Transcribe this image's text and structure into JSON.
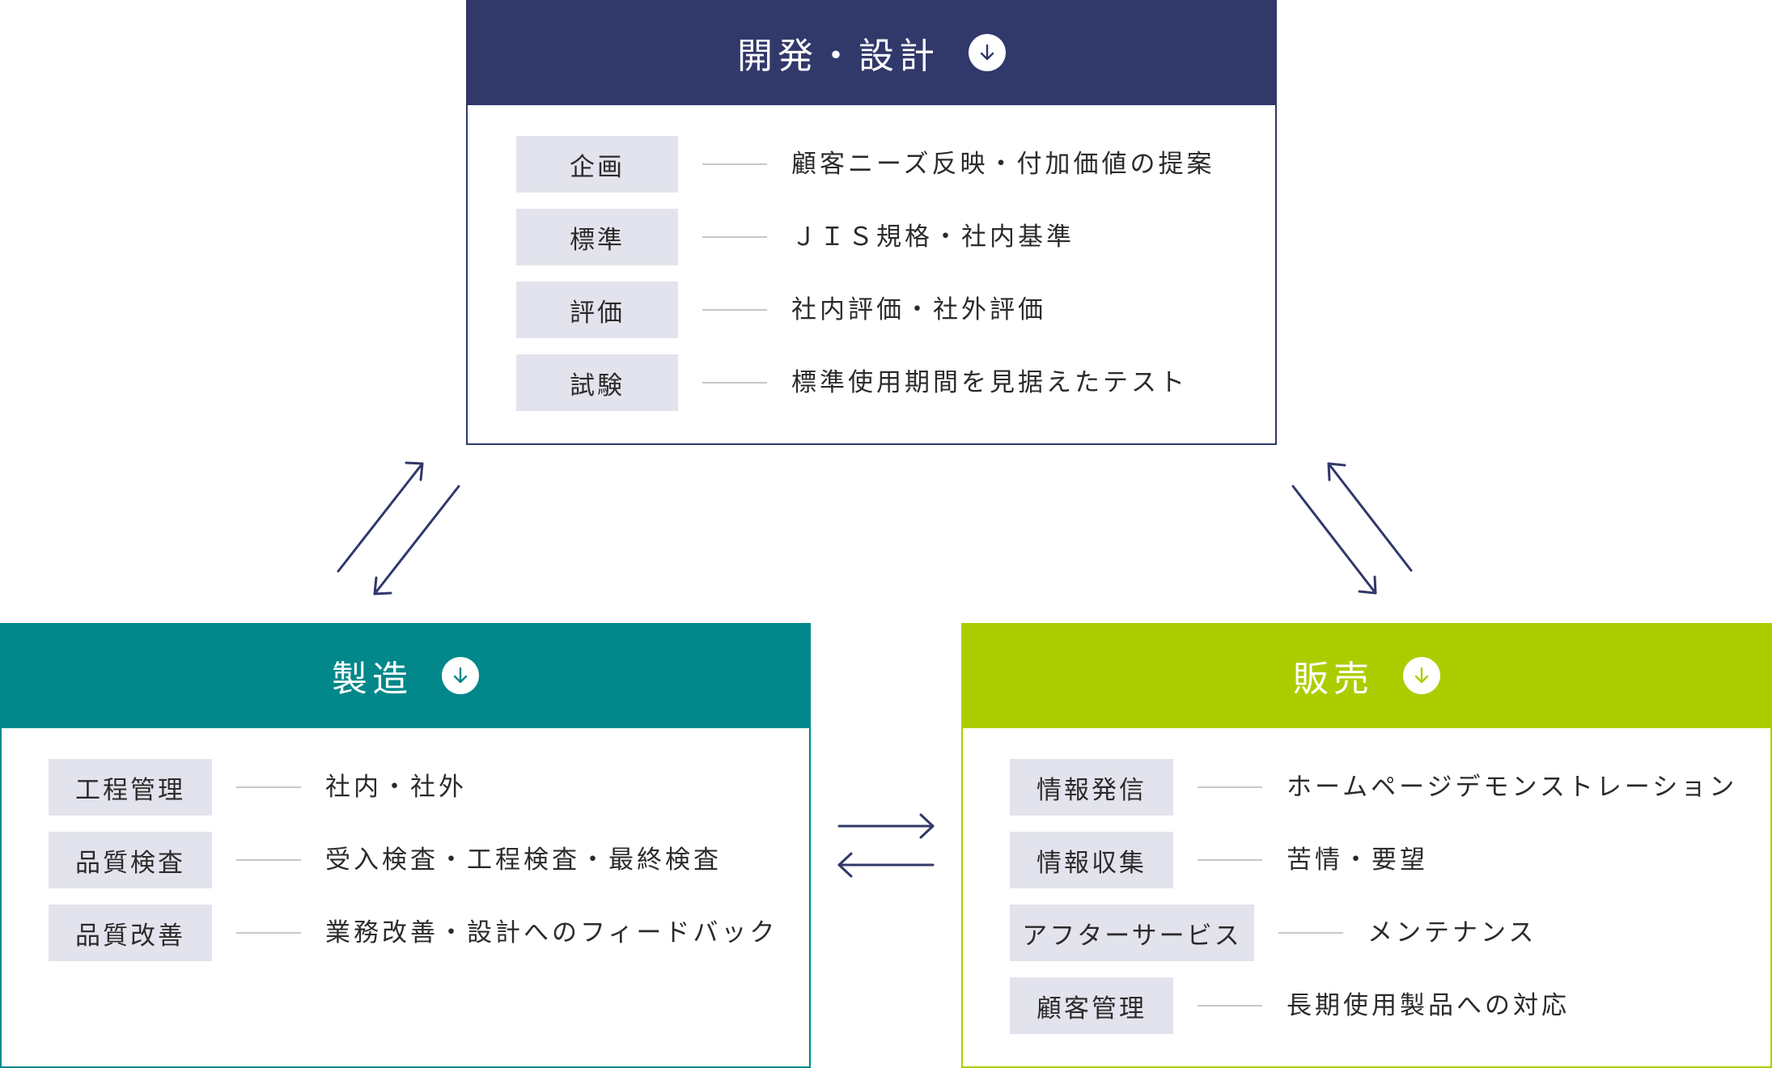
{
  "colors": {
    "dev": "#31386a",
    "mfg": "#02888a",
    "sales": "#abcd00",
    "tag_bg": "#e3e3ed",
    "arrow": "#31386a"
  },
  "dev": {
    "title": "開発・設計",
    "icon": "arrow-down-circle-icon",
    "rows": [
      {
        "tag": "企画",
        "desc": "顧客ニーズ反映・付加価値の提案"
      },
      {
        "tag": "標準",
        "desc": "ＪＩＳ規格・社内基準"
      },
      {
        "tag": "評価",
        "desc": "社内評価・社外評価"
      },
      {
        "tag": "試験",
        "desc": "標準使用期間を見据えたテスト"
      }
    ]
  },
  "mfg": {
    "title": "製造",
    "icon": "arrow-down-circle-icon",
    "rows": [
      {
        "tag": "工程管理",
        "desc": "社内・社外"
      },
      {
        "tag": "品質検査",
        "desc": "受入検査・工程検査・最終検査"
      },
      {
        "tag": "品質改善",
        "desc": "業務改善・設計へのフィードバック"
      }
    ]
  },
  "sales": {
    "title": "販売",
    "icon": "arrow-down-circle-icon",
    "rows": [
      {
        "tag": "情報発信",
        "desc": "ホームページデモンストレーション"
      },
      {
        "tag": "情報収集",
        "desc": "苦情・要望"
      },
      {
        "tag": "アフターサービス",
        "desc": "メンテナンス"
      },
      {
        "tag": "顧客管理",
        "desc": "長期使用製品への対応"
      }
    ]
  }
}
